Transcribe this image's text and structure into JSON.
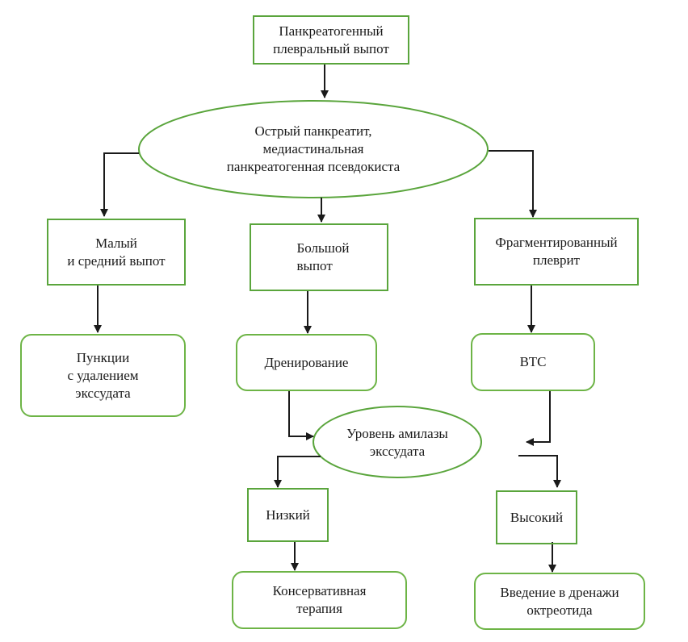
{
  "diagram": {
    "nodes": {
      "root": "Панкреатогенный\nплевральный выпот",
      "cause": "Острый панкреатит,\nмедиастинальная\nпанкреатогенная псевдокиста",
      "small_effusion": "Малый\nи средний выпот",
      "large_effusion": "Большой\nвыпот",
      "fragmented_pleurisy": "Фрагментированный\nплеврит",
      "punctures": "Пункции\nс удалением\nэкссудата",
      "drainage": "Дренирование",
      "vts": "ВТС",
      "amylase_level": "Уровень амилазы\nэкссудата",
      "low": "Низкий",
      "high": "Высокий",
      "conservative_therapy": "Консервативная\nтерапия",
      "octreotide": "Введение в дренажи\nоктреотида"
    },
    "edges": [
      [
        "root",
        "cause"
      ],
      [
        "cause",
        "small_effusion"
      ],
      [
        "cause",
        "large_effusion"
      ],
      [
        "cause",
        "fragmented_pleurisy"
      ],
      [
        "small_effusion",
        "punctures"
      ],
      [
        "large_effusion",
        "drainage"
      ],
      [
        "fragmented_pleurisy",
        "vts"
      ],
      [
        "drainage",
        "amylase_level"
      ],
      [
        "vts",
        "amylase_level"
      ],
      [
        "amylase_level",
        "low"
      ],
      [
        "amylase_level",
        "high"
      ],
      [
        "low",
        "conservative_therapy"
      ],
      [
        "high",
        "octreotide"
      ]
    ],
    "colors": {
      "border": "#5aa53c",
      "arrow": "#1a1a1a",
      "text": "#1a1a1a"
    }
  }
}
